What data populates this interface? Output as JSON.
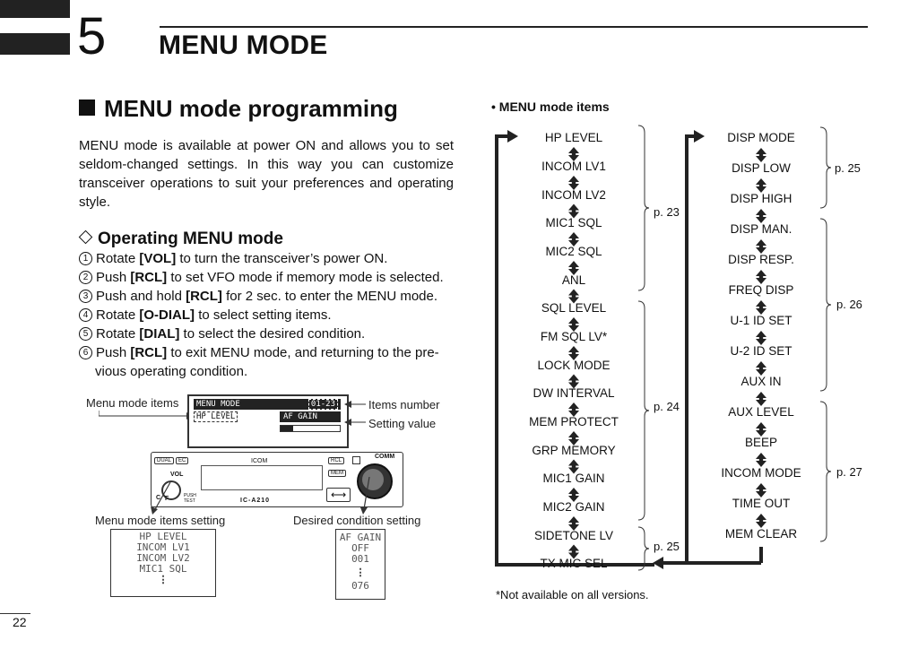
{
  "chapter": {
    "number": "5",
    "title": "MENU MODE"
  },
  "section": {
    "title": "MENU mode programming",
    "intro": "MENU mode is available at power ON and allows you to set seldom-changed settings. In this way you can customize transceiver operations to suit your preferences and operating style.",
    "subsection_title": "Operating MENU mode",
    "steps": [
      {
        "n": "1",
        "pre": "Rotate ",
        "key": "[VOL]",
        "post": " to turn the transceiver’s power ON."
      },
      {
        "n": "2",
        "pre": "Push ",
        "key": "[RCL]",
        "post": " to set VFO mode if memory mode is selected."
      },
      {
        "n": "3",
        "pre": "Push and hold ",
        "key": "[RCL]",
        "post": " for 2 sec. to enter the MENU mode."
      },
      {
        "n": "4",
        "pre": "Rotate ",
        "key": "[O-DIAL]",
        "post": " to select setting items."
      },
      {
        "n": "5",
        "pre": "Rotate ",
        "key": "[DIAL]",
        "post": " to select the desired condition."
      },
      {
        "n": "6",
        "pre": "Push ",
        "key": "[RCL]",
        "post": " to exit MENU mode, and returning to the pre-",
        "cont": "vious operating condition."
      }
    ]
  },
  "diagram": {
    "label_menu_items": "Menu mode items",
    "label_items_number": "Items number",
    "label_setting_value": "Setting value",
    "lcd_menu": "MENU MODE",
    "lcd_number": "01-23",
    "lcd_item": "HP LEVEL",
    "lcd_value": "AF GAIN",
    "radio": {
      "dual": "DUAL",
      "ec": "EC",
      "vol": "VOL",
      "brand": "ICOM",
      "rcl": "RCL",
      "mem": "MEM",
      "comm": "COMM",
      "push": "PUSH",
      "test": "TEST",
      "model": "IC-A210",
      "c": "C",
      "f": "F",
      "swap": "⟷"
    },
    "label_items_setting": "Menu mode items setting",
    "label_condition_setting": "Desired condition setting",
    "items_box": [
      "HP LEVEL",
      "INCOM LV1",
      "INCOM LV2",
      "MIC1 SQL",
      "⋮"
    ],
    "cond_box": [
      "AF GAIN",
      "OFF",
      "001",
      "⋮",
      "076"
    ]
  },
  "menu_items_title": "• MENU mode items",
  "column1": [
    "HP LEVEL",
    "INCOM LV1",
    "INCOM LV2",
    "MIC1 SQL",
    "MIC2 SQL",
    "ANL",
    "SQL LEVEL",
    "FM SQL LV*",
    "LOCK MODE",
    "DW INTERVAL",
    "MEM PROTECT",
    "GRP MEMORY",
    "MIC1 GAIN",
    "MIC2 GAIN",
    "SIDETONE LV",
    "TX MIC SEL"
  ],
  "column2": [
    "DISP MODE",
    "DISP LOW",
    "DISP HIGH",
    "DISP MAN.",
    "DISP RESP.",
    "FREQ DISP",
    "U-1 ID SET",
    "U-2 ID SET",
    "AUX IN",
    "AUX LEVEL",
    "BEEP",
    "INCOM MODE",
    "TIME OUT",
    "MEM CLEAR"
  ],
  "refs": {
    "p23": "p. 23",
    "p24": "p. 24",
    "p25a": "p. 25",
    "p25b": "p. 25",
    "p26": "p. 26",
    "p27": "p. 27"
  },
  "footnote": "*Not available on all versions.",
  "page_number": "22"
}
